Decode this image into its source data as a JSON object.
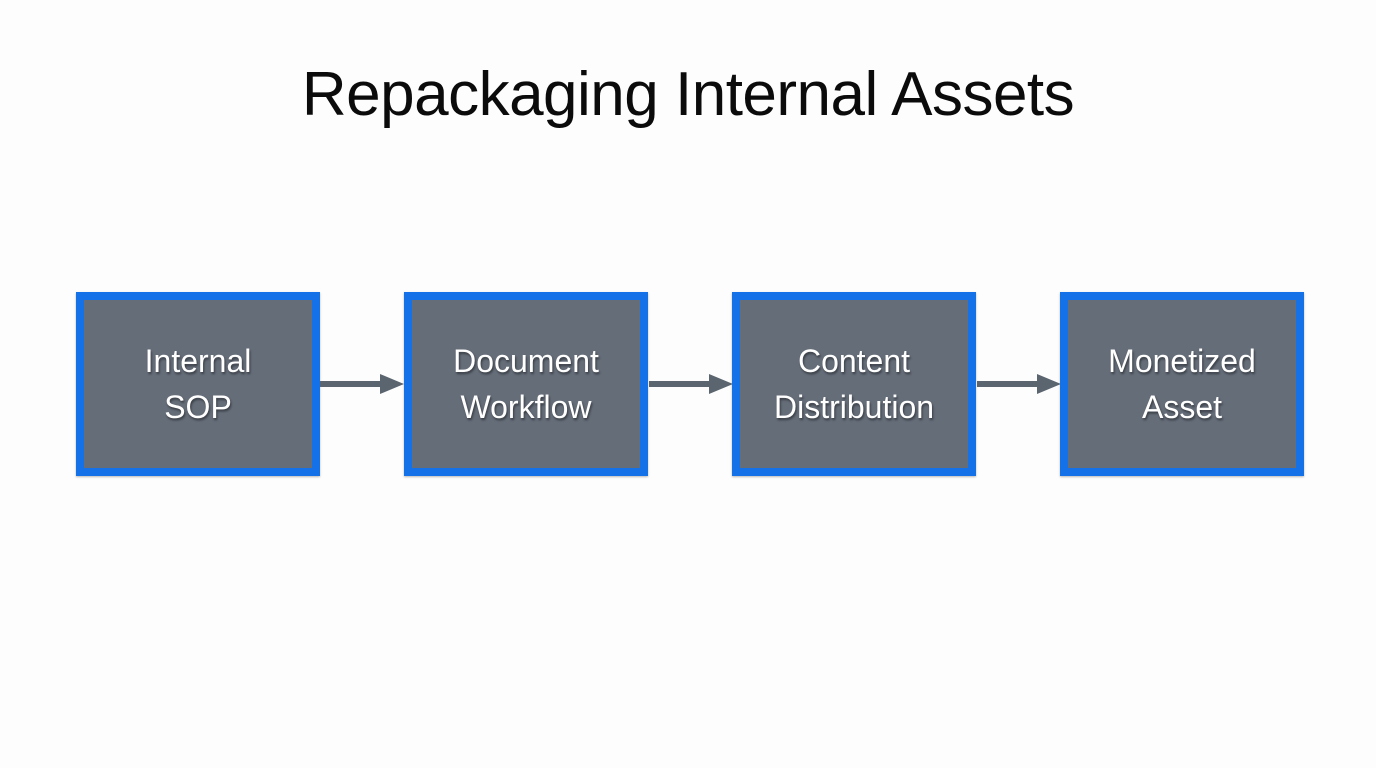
{
  "slide": {
    "background_color": "#fdfdfd",
    "title": "Repackaging Internal Assets",
    "title_color": "#0b0b0b"
  },
  "diagram": {
    "type": "horizontal-flow",
    "node_fill_color": "#656d79",
    "node_border_color": "#1471e8",
    "node_text_color": "#ffffff",
    "arrow_color": "#5b6570",
    "nodes": [
      {
        "id": "internal-sop",
        "label": "Internal\nSOP"
      },
      {
        "id": "document-workflow",
        "label": "Document\nWorkflow"
      },
      {
        "id": "content-distribution",
        "label": "Content\nDistribution"
      },
      {
        "id": "monetized-asset",
        "label": "Monetized\nAsset"
      }
    ],
    "arrows": [
      {
        "id": "arrow-1",
        "from": "internal-sop",
        "to": "document-workflow"
      },
      {
        "id": "arrow-2",
        "from": "document-workflow",
        "to": "content-distribution"
      },
      {
        "id": "arrow-3",
        "from": "content-distribution",
        "to": "monetized-asset"
      }
    ]
  }
}
